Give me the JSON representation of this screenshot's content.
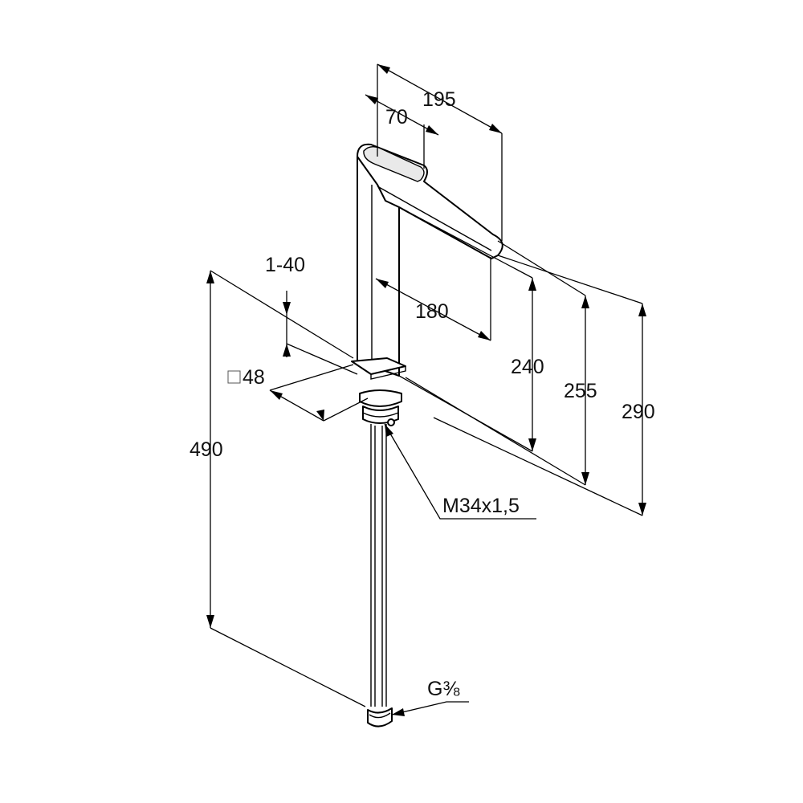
{
  "drawing": {
    "dimensions": {
      "spout_reach": "195",
      "handle_length": "70",
      "spout_projection": "180",
      "thickness_range": "1-40",
      "base_square": "48",
      "total_height": "490",
      "height_240": "240",
      "height_255": "255",
      "height_290": "290"
    },
    "threads": {
      "mounting_thread": "M34x1,5",
      "connection_thread": "G⅜"
    },
    "symbols": {
      "square_symbol": "square-outline-icon"
    }
  }
}
